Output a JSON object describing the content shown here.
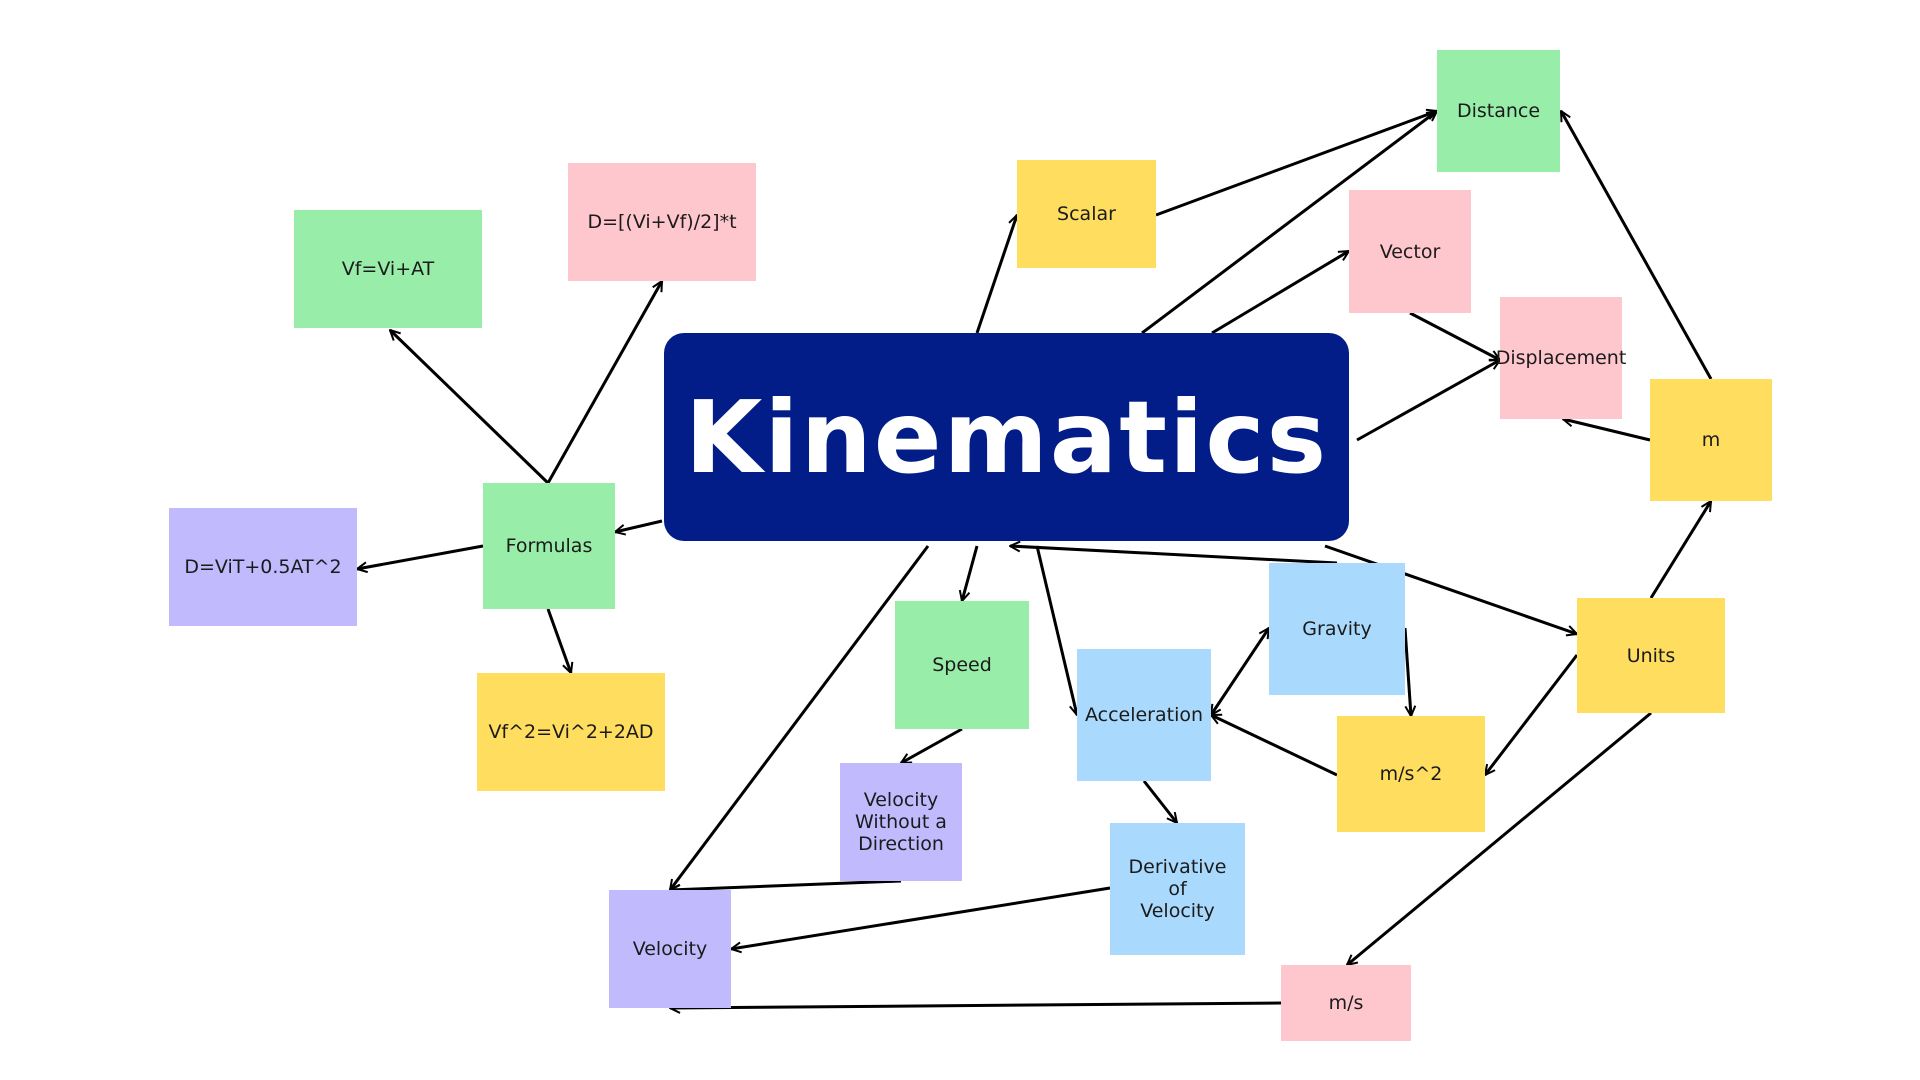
{
  "title": "Kinematics",
  "nodes": {
    "formulas": "Formulas",
    "formula_vf": "Vf=Vi+AT",
    "formula_d_avg": "D=[(Vi+Vf)/2]*t",
    "formula_d_vit": "D=ViT+0.5AT^2",
    "formula_vf2": "Vf^2=Vi^2+2AD",
    "scalar": "Scalar",
    "distance": "Distance",
    "vector": "Vector",
    "displacement": "Displacement",
    "m": "m",
    "units": "Units",
    "gravity": "Gravity",
    "ms2": "m/s^2",
    "acceleration": "Acceleration",
    "speed": "Speed",
    "velocity_without_direction": "Velocity\nWithout a\nDirection",
    "derivative_of_velocity": "Derivative of\nVelocity",
    "velocity": "Velocity",
    "ms": "m/s"
  },
  "colors": {
    "central": "#021d87",
    "green": "#98eda8",
    "pink": "#fec6cd",
    "yellow": "#fedd5f",
    "blue": "#a9dafd",
    "purple": "#c1bafd",
    "arrow": "#000000"
  }
}
